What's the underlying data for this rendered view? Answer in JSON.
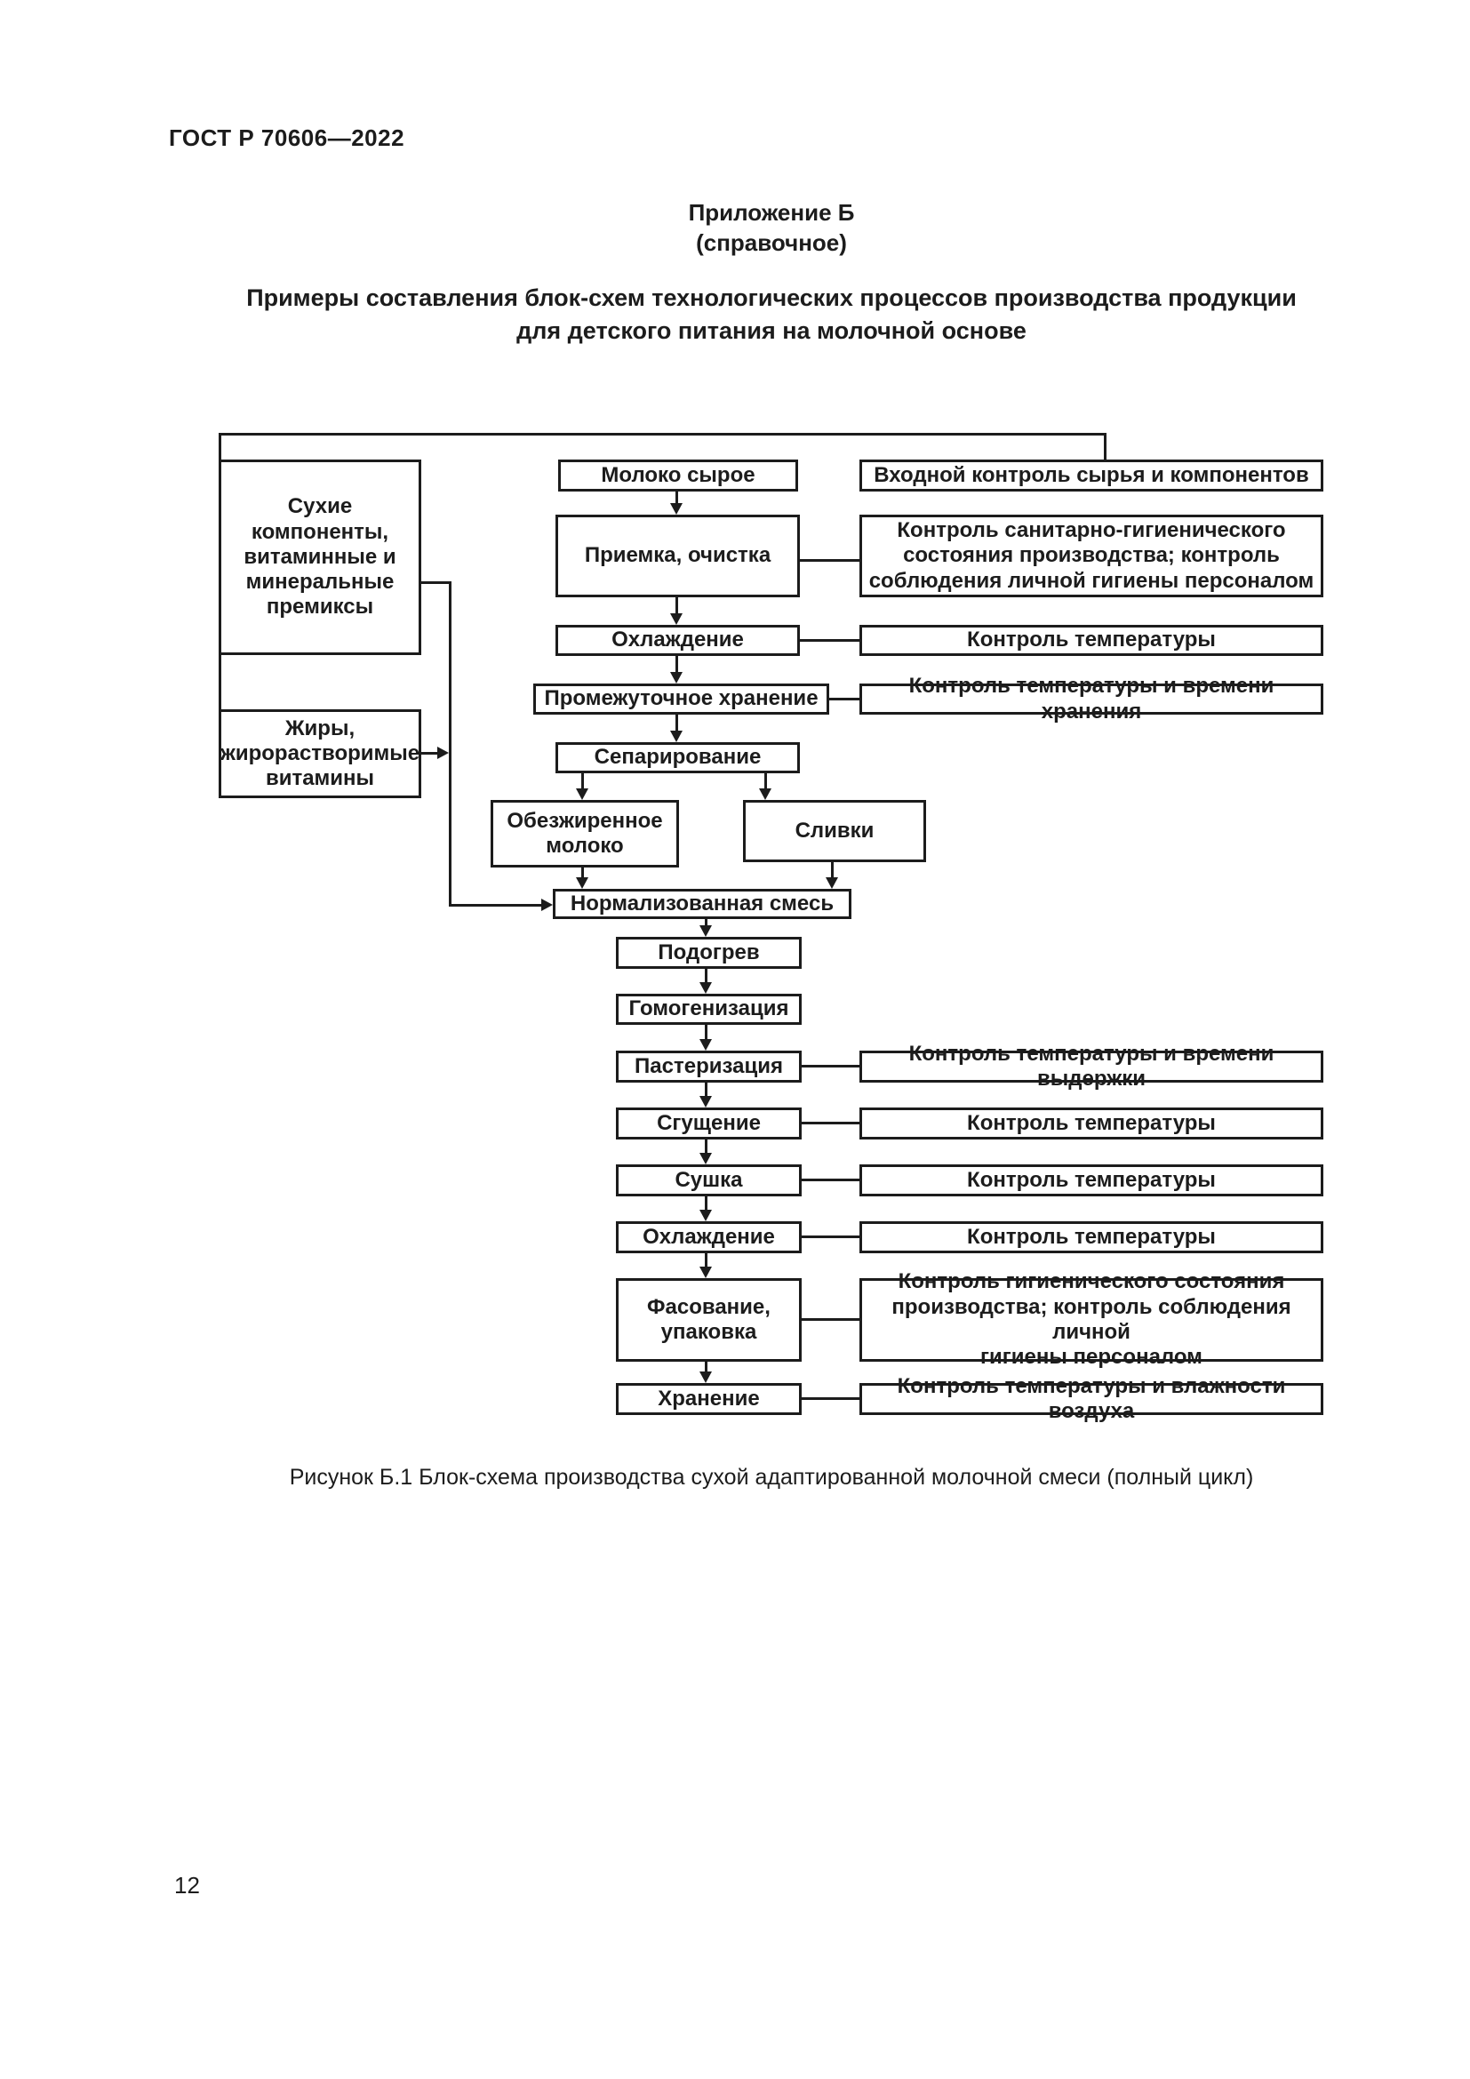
{
  "page": {
    "header_code": "ГОСТ Р 70606—2022",
    "page_number": "12"
  },
  "appendix": {
    "label": "Приложение Б",
    "type": "(справочное)",
    "title_line1": "Примеры составления блок-схем технологических процессов производства продукции",
    "title_line2": "для детского питания на молочной основе"
  },
  "flowchart": {
    "inputs": {
      "dry_components": "Сухие\nкомпоненты,\nвитаминные и\nминеральные\nпремиксы",
      "fats": "Жиры,\nжирорастворимые\nвитамины"
    },
    "process": {
      "raw_milk": "Молоко сырое",
      "acceptance_cleaning": "Приемка, очистка",
      "cooling_1": "Охлаждение",
      "intermediate_storage": "Промежуточное хранение",
      "separation": "Сепарирование",
      "skim_milk": "Обезжиренное\nмолоко",
      "cream": "Сливки",
      "normalized_mix": "Нормализованная смесь",
      "heating": "Подогрев",
      "homogenization": "Гомогенизация",
      "pasteurization": "Пастеризация",
      "condensing": "Сгущение",
      "drying": "Сушка",
      "cooling_2": "Охлаждение",
      "packing": "Фасование,\nупаковка",
      "storage": "Хранение"
    },
    "controls": {
      "input_control": "Входной контроль сырья и компонентов",
      "sanitary_control": "Контроль санитарно-гигиенического\nсостояния производства; контроль\nсоблюдения личной гигиены персоналом",
      "temp_after_cooling": "Контроль температуры",
      "temp_time_storage": "Контроль температуры и времени хранения",
      "temp_time_holding": "Контроль температуры и времени выдержки",
      "temp_condensing": "Контроль температуры",
      "temp_drying": "Контроль температуры",
      "temp_cooling_2": "Контроль температуры",
      "hygiene_control": "Контроль гигиенического состояния\nпроизводства; контроль соблюдения личной\nгигиены персоналом",
      "temp_humidity": "Контроль температуры и влажности воздуха"
    }
  },
  "figure": {
    "caption": "Рисунок Б.1 Блок-схема производства сухой адаптированной молочной смеси (полный цикл)"
  }
}
